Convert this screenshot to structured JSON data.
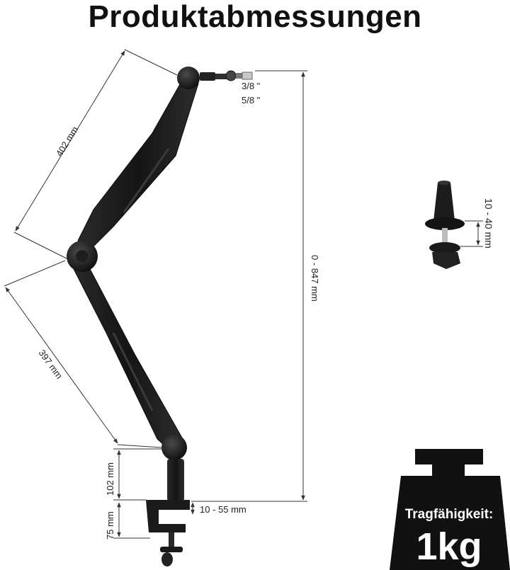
{
  "title": "Produktabmessungen",
  "dimensions": {
    "thread_a": "3/8 \"",
    "thread_b": "5/8 \"",
    "upper_arm": "402 mm",
    "lower_arm": "397 mm",
    "height_range": "0 - 847 mm",
    "riser": "102 mm",
    "clamp_height": "75 mm",
    "clamp_opening": "10 - 55 mm",
    "grommet_range": "10 - 40 mm"
  },
  "weight": {
    "label": "Tragfähigkeit:",
    "value": "1kg"
  },
  "colors": {
    "product": "#1b1b1b",
    "dimension_line": "#333333",
    "weight_badge": "#111111"
  }
}
